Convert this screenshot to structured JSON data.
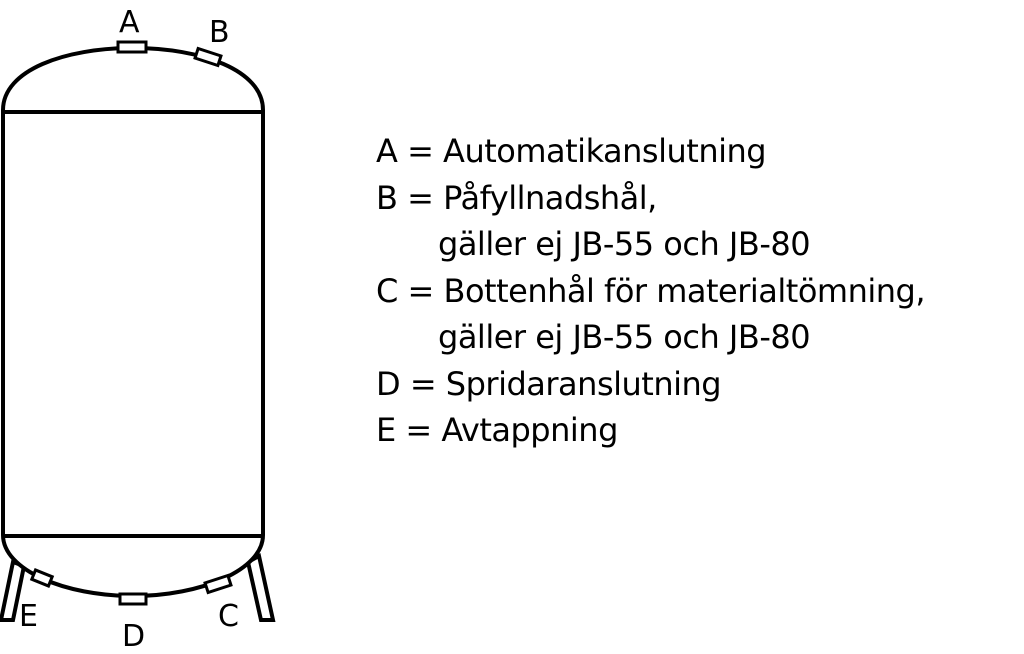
{
  "diagram": {
    "callouts": {
      "a": "A",
      "b": "B",
      "c": "C",
      "d": "D",
      "e": "E"
    }
  },
  "legend": {
    "items": [
      {
        "text": "A = Automatikanslutning"
      },
      {
        "text": "B = Påfyllnadshål,"
      },
      {
        "text": "gäller ej JB-55 och JB-80"
      },
      {
        "text": "C = Bottenhål för materialtömning,"
      },
      {
        "text": "gäller ej JB-55 och JB-80"
      },
      {
        "text": "D = Spridaranslutning"
      },
      {
        "text": "E = Avtappning"
      }
    ]
  }
}
